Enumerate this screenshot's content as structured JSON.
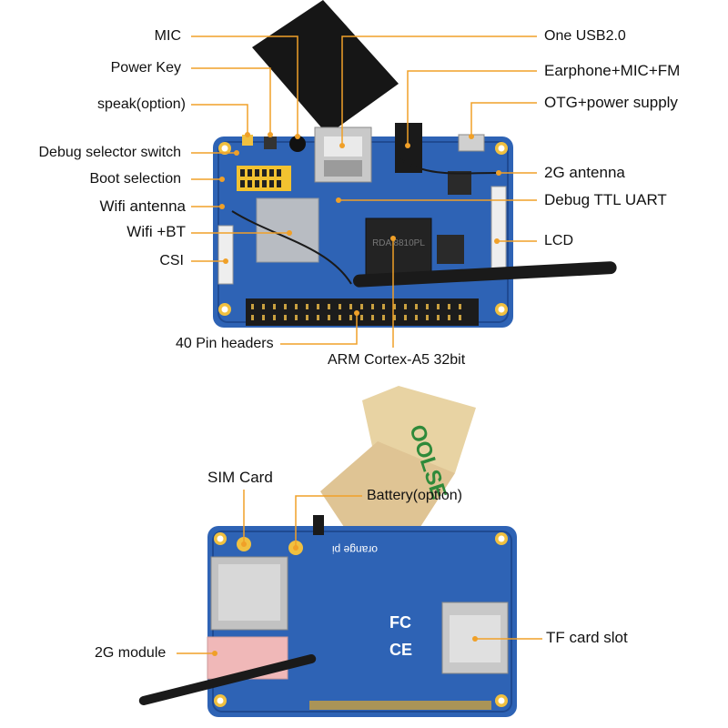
{
  "top_labels_left": [
    "MIC",
    "Power Key",
    "speak(option)",
    "Debug selector switch",
    "Boot selection",
    "Wifi antenna",
    "Wifi +BT",
    "CSI"
  ],
  "top_labels_right": [
    "One USB2.0",
    "Earphone+MIC+FM",
    "OTG+power supply",
    "2G antenna",
    "Debug TTL UART",
    "LCD"
  ],
  "top_labels_bottom": [
    "40 Pin headers",
    "ARM Cortex-A5 32bit"
  ],
  "bottom_labels": [
    "SIM Card",
    "Battery(option)",
    "2G module",
    "TF card slot"
  ],
  "chip_marking": "RDA 8810PL",
  "brand_text": "orange pi",
  "tape_text": "OOLSE",
  "colors": {
    "pcb": "#2e63b5",
    "pcb_dark": "#1f4a92",
    "leader": "#f0a028",
    "antenna": "#1a1a1a",
    "tape": "#e8d3a3"
  }
}
